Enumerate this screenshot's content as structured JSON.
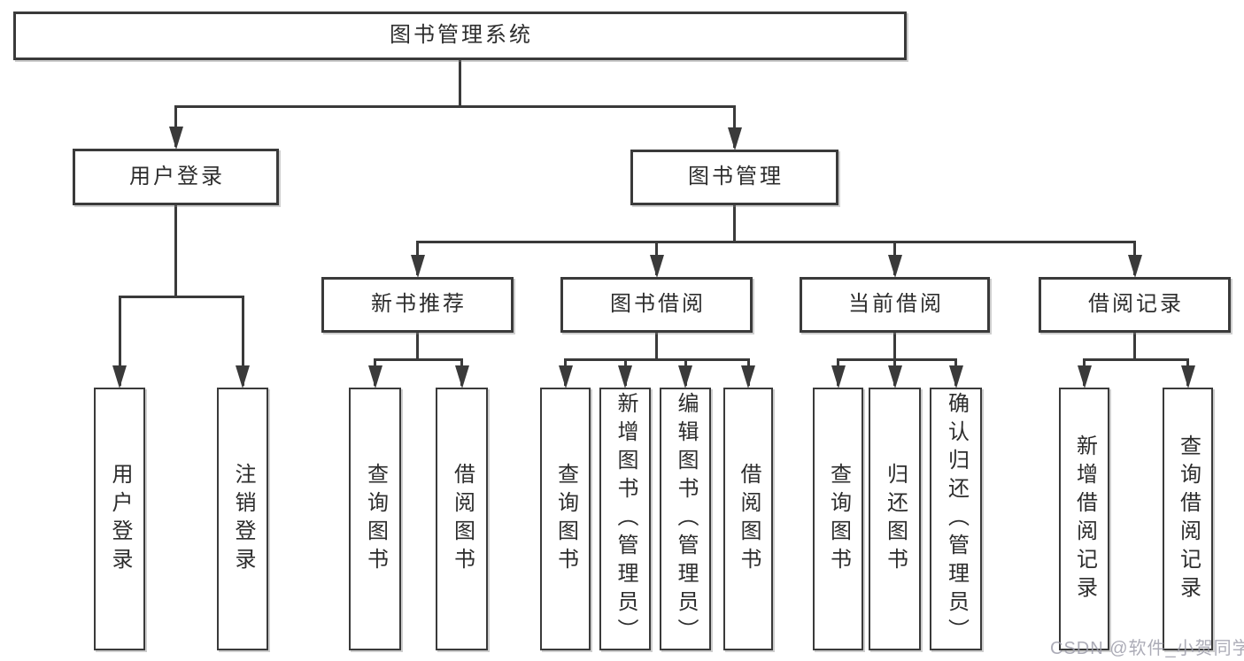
{
  "diagram": {
    "type": "tree",
    "title": "图书管理系统",
    "watermark": "CSDN @软件_小贺同学",
    "colors": {
      "line": "#3a3a3a",
      "box_border": "#3a3a3a",
      "box_fill": "#ffffff",
      "text": "#2d2d2d",
      "background": "#ffffff",
      "watermark": "#9e9eaa"
    },
    "nodes": [
      {
        "id": "root",
        "label": "图书管理系统",
        "children": [
          "user-login",
          "book-management"
        ]
      },
      {
        "id": "user-login",
        "label": "用户登录",
        "children": [
          "leaf-user-login",
          "leaf-logout"
        ]
      },
      {
        "id": "book-management",
        "label": "图书管理",
        "children": [
          "new-book",
          "book-borrow",
          "current-borrow",
          "borrow-records"
        ]
      },
      {
        "id": "new-book",
        "label": "新书推荐",
        "children": [
          "leaf-nb-query",
          "leaf-nb-borrow"
        ]
      },
      {
        "id": "book-borrow",
        "label": "图书借阅",
        "children": [
          "leaf-bb-query",
          "leaf-bb-add",
          "leaf-bb-edit",
          "leaf-bb-borrow"
        ]
      },
      {
        "id": "current-borrow",
        "label": "当前借阅",
        "children": [
          "leaf-cb-query",
          "leaf-cb-return",
          "leaf-cb-confirm"
        ]
      },
      {
        "id": "borrow-records",
        "label": "借阅记录",
        "children": [
          "leaf-br-add",
          "leaf-br-query"
        ]
      },
      {
        "id": "leaf-user-login",
        "label": "用户登录"
      },
      {
        "id": "leaf-logout",
        "label": "注销登录"
      },
      {
        "id": "leaf-nb-query",
        "label": "查询图书"
      },
      {
        "id": "leaf-nb-borrow",
        "label": "借阅图书"
      },
      {
        "id": "leaf-bb-query",
        "label": "查询图书"
      },
      {
        "id": "leaf-bb-add",
        "label": "新增图书（管理员）"
      },
      {
        "id": "leaf-bb-edit",
        "label": "编辑图书（管理员）"
      },
      {
        "id": "leaf-bb-borrow",
        "label": "借阅图书"
      },
      {
        "id": "leaf-cb-query",
        "label": "查询图书"
      },
      {
        "id": "leaf-cb-return",
        "label": "归还图书"
      },
      {
        "id": "leaf-cb-confirm",
        "label": "确认归还（管理员）"
      },
      {
        "id": "leaf-br-add",
        "label": "新增借阅记录"
      },
      {
        "id": "leaf-br-query",
        "label": "查询借阅记录"
      }
    ]
  }
}
